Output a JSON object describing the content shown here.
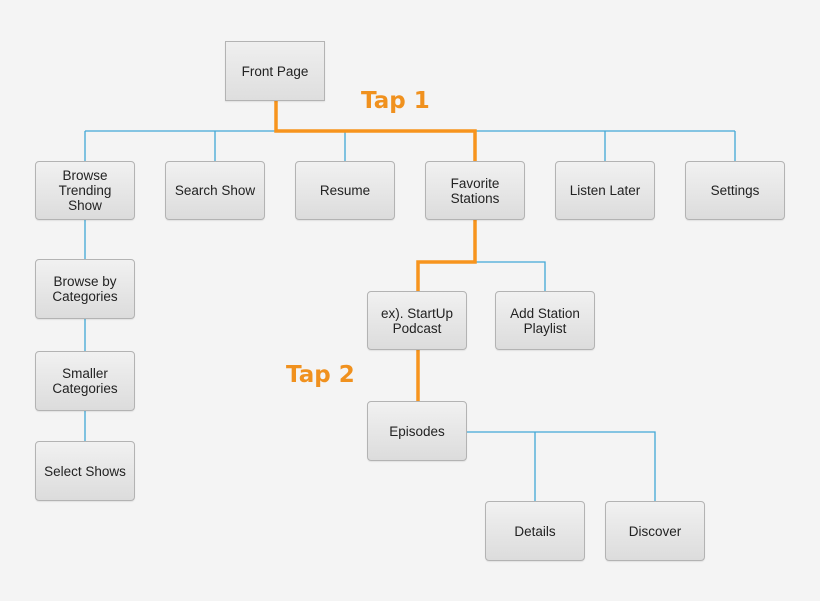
{
  "diagram": {
    "nodes": {
      "front_page": "Front Page",
      "browse_trending": "Browse\nTrending Show",
      "search_show": "Search Show",
      "resume": "Resume",
      "favorite_stations": "Favorite\nStations",
      "listen_later": "Listen Later",
      "settings": "Settings",
      "browse_categories": "Browse by\nCategories",
      "smaller_categories": "Smaller\nCategories",
      "select_shows": "Select Shows",
      "startup_podcast": "ex). StartUp\nPodcast",
      "add_station_playlist": "Add Station\nPlaylist",
      "episodes": "Episodes",
      "details": "Details",
      "discover": "Discover"
    },
    "annotations": {
      "tap1": "Tap 1",
      "tap2": "Tap 2"
    },
    "colors": {
      "connector": "#40a8d6",
      "highlight_path": "#f7941d",
      "tap_label": "#f0911e"
    }
  }
}
